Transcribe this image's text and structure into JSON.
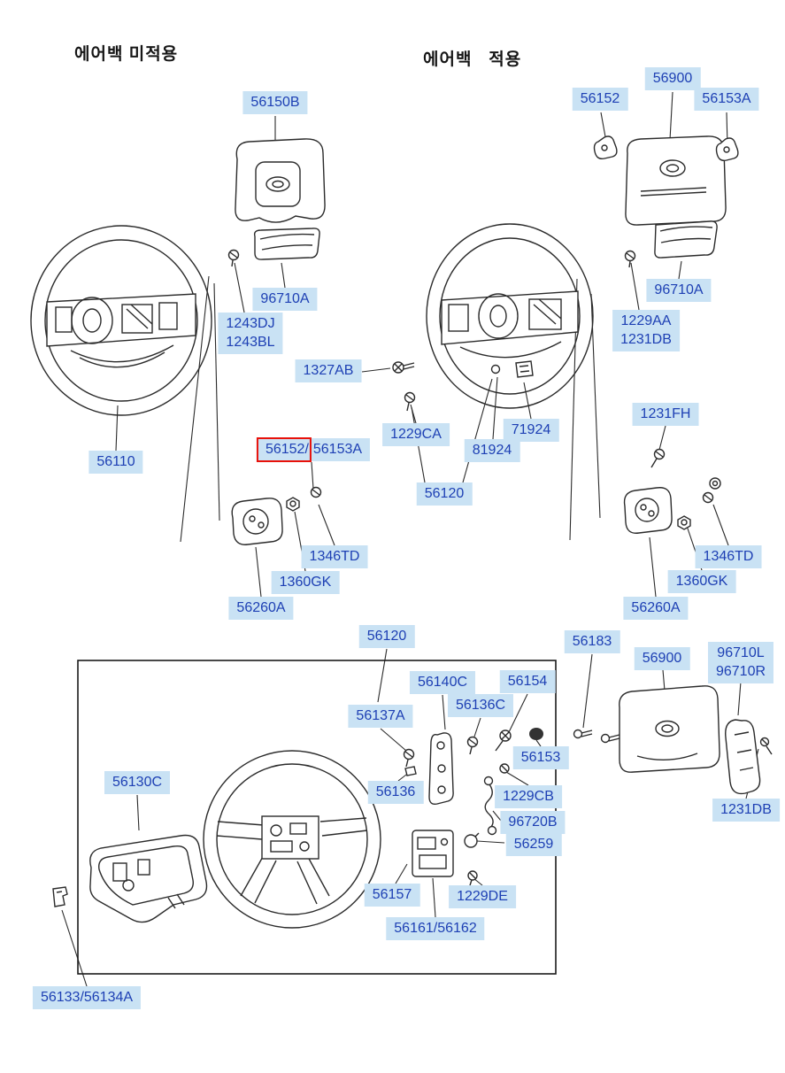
{
  "palette": {
    "label_bg": "#c9e2f4",
    "label_fg": "#1e40b4",
    "highlight_box": "#e8110a",
    "line": "#2b2b2b",
    "bg": "#ffffff"
  },
  "headers": {
    "left_title": "에어백 미적용",
    "right_title": "에어백   적용"
  },
  "labels": {
    "top_left_pad": "56150B",
    "top_right_pad": "56900",
    "clip_56152": "56152",
    "clip_56153A": "56153A",
    "cover_96710A_left": "96710A",
    "cover_96710A_right": "96710A",
    "bolt_1327AB": "1327AB",
    "screw_1229CA": "1229CA",
    "part_71924": "71924",
    "part_81924": "81924",
    "screw_1231FH": "1231FH",
    "wheel_56110": "56110",
    "wheel_56120_top": "56120",
    "washer_1346TD_left": "1346TD",
    "nut_1360GK_left": "1360GK",
    "switch_56260A_left": "56260A",
    "washer_1346TD_right": "1346TD",
    "nut_1360GK_right": "1360GK",
    "switch_56260A_right": "56260A",
    "wheel_56120_bottom": "56120",
    "screw_56183": "56183",
    "pad_56900_bottom": "56900",
    "plate_56140C": "56140C",
    "bolt_56154": "56154",
    "screw_56136C": "56136C",
    "screw_56137A": "56137A",
    "knob_56153": "56153",
    "pad_56130C": "56130C",
    "clip_56136": "56136",
    "screw_1229CB": "1229CB",
    "cable_96720B": "96720B",
    "ring_56259": "56259",
    "screw_1231DB_bottom": "1231DB",
    "part_56157": "56157",
    "screw_1229DE": "1229DE",
    "contact_56161_56162": "56161/56162",
    "clip_56133_56134A": "56133/56134A"
  },
  "stacked_labels": {
    "screw_1243": {
      "line1": "1243DJ",
      "line2": "1243BL"
    },
    "screw_1229AA": {
      "line1": "1229AA",
      "line2": "1231DB"
    },
    "cover_96710LR": {
      "line1": "96710L",
      "line2": "96710R"
    }
  },
  "highlighted_label": {
    "selected": "56152/",
    "companion": "56153A"
  }
}
